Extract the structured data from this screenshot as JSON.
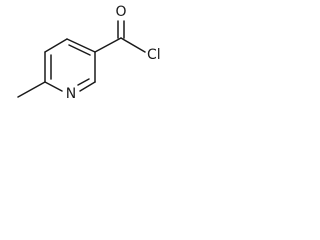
{
  "molecule": {
    "atoms": {
      "oxygen": "O",
      "chlorine": "Cl",
      "nitrogen": "N"
    }
  }
}
